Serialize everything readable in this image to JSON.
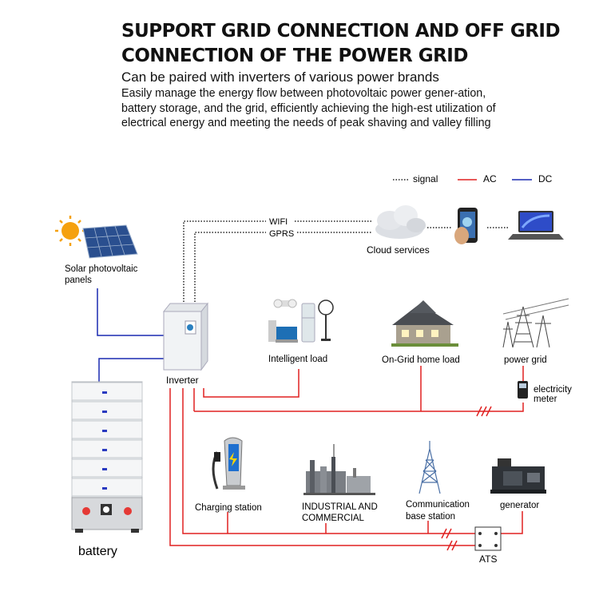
{
  "header": {
    "title_line1": "SUPPORT GRID CONNECTION AND OFF GRID",
    "title_line2": "CONNECTION OF THE POWER GRID",
    "subtitle": "Can be paired with inverters of various power brands",
    "description": "Easily manage the energy flow between photovoltaic power gener-ation, battery storage, and the grid, efficiently achieving the high-est utilization of electrical energy and meeting the needs of peak shaving and valley filling"
  },
  "legend": {
    "signal": "signal",
    "ac": "AC",
    "dc": "DC",
    "ac_color": "#e02020",
    "dc_color": "#1a2ab0"
  },
  "links": {
    "wifi": "WIFI",
    "gprs": "GPRS"
  },
  "nodes": {
    "solar": "Solar photovoltaic panels",
    "solar_l1": "Solar photovoltaic",
    "solar_l2": "panels",
    "cloud": "Cloud services",
    "inverter": "Inverter",
    "intelligent_load": "Intelligent load",
    "home_load": "On-Grid home load",
    "power_grid": "power grid",
    "meter_l1": "electricity",
    "meter_l2": "meter",
    "battery": "battery",
    "charging": "Charging station",
    "industrial_l1": "INDUSTRIAL AND",
    "industrial_l2": "COMMERCIAL",
    "comm_l1": "Communication",
    "comm_l2": "base station",
    "generator": "generator",
    "ats": "ATS"
  }
}
